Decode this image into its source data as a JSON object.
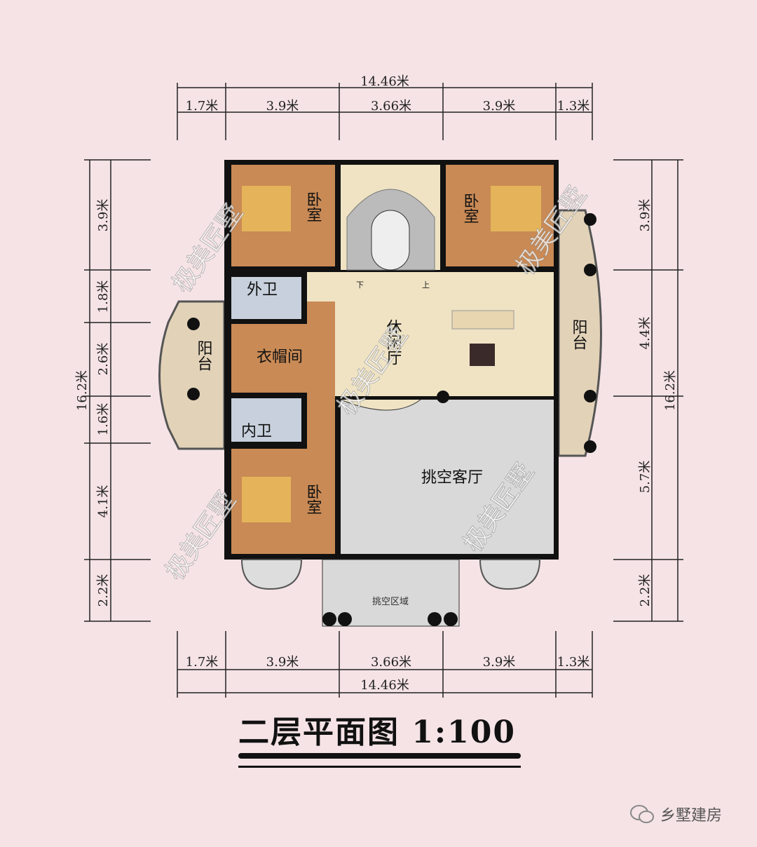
{
  "top_dims": {
    "total": "14.46米",
    "segments": [
      "1.7米",
      "3.9米",
      "3.66米",
      "3.9米",
      "1.3米"
    ]
  },
  "bottom_dims": {
    "total": "14.46米",
    "segments": [
      "1.7米",
      "3.9米",
      "3.66米",
      "3.9米",
      "1.3米"
    ]
  },
  "left_dims": {
    "total": "16.2米",
    "segments": [
      "3.9米",
      "1.8米",
      "2.6米",
      "1.6米",
      "4.1米",
      "2.2米"
    ]
  },
  "right_dims": {
    "total": "16.2米",
    "segments": [
      "3.9米",
      "4.4米",
      "5.7米",
      "2.2米"
    ]
  },
  "rooms": {
    "bedroom": "卧室",
    "outer_bath": "外卫",
    "inner_bath": "内卫",
    "closet": "衣帽间",
    "lounge": "休闲厅",
    "balcony": "阳台",
    "void_living": "挑空客厅",
    "void_area": "挑空区域",
    "stair_down": "下",
    "stair_up": "上"
  },
  "watermark": "极美匠墅",
  "title": "二层平面图  1:100",
  "logo": "乡墅建房",
  "colors": {
    "background": "#f5e3e6",
    "wood": "#c98a55",
    "tile": "#efe3c4",
    "void": "#d9d9d9",
    "wall": "#111111"
  }
}
